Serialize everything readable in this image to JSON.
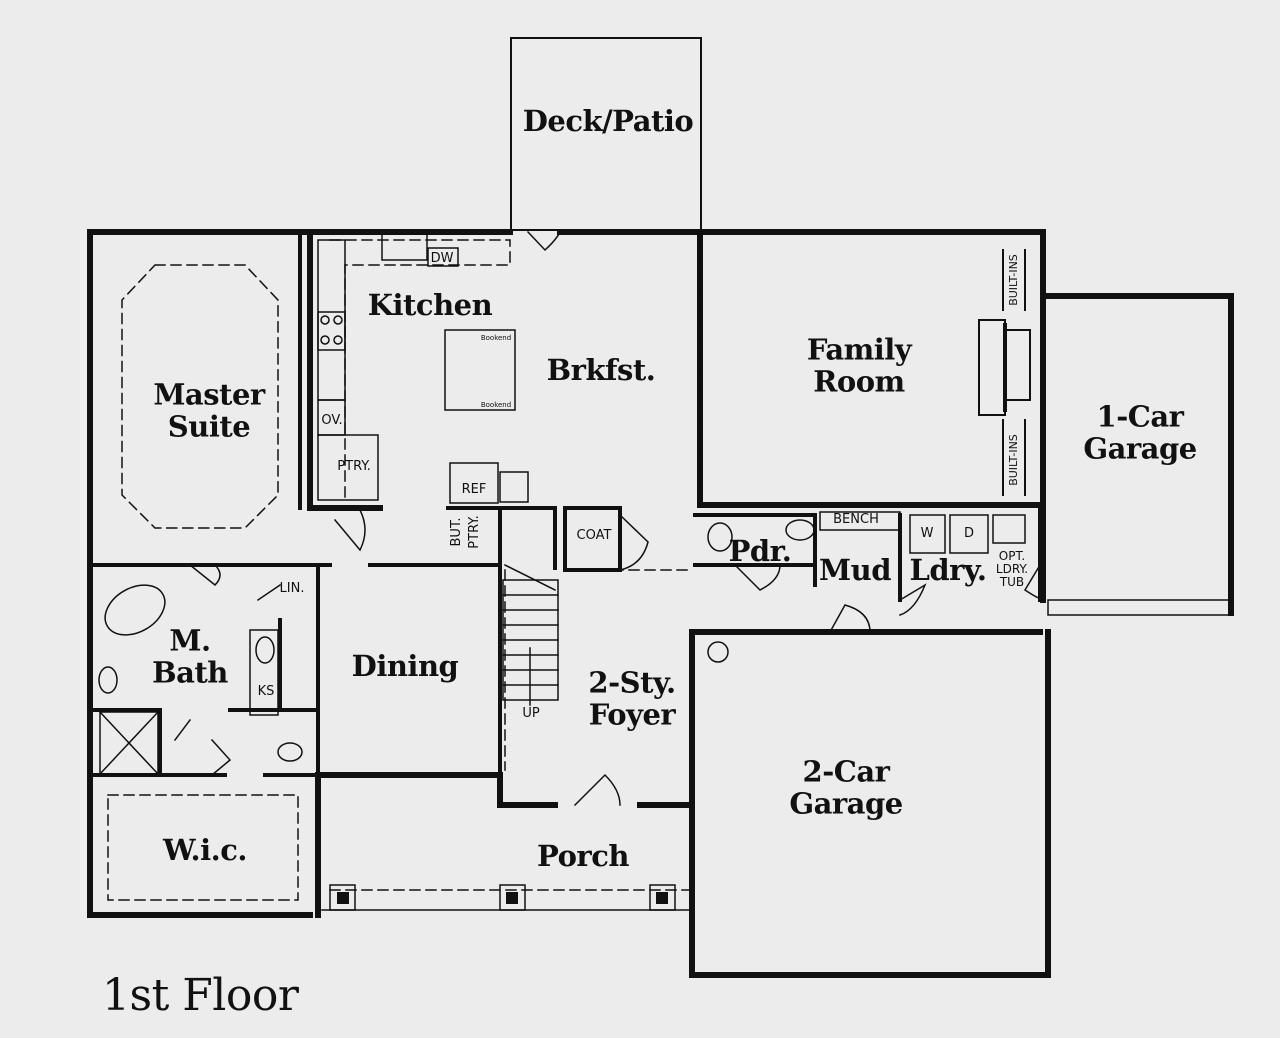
{
  "plan": {
    "title": "1st Floor",
    "colors": {
      "background": "#ececec",
      "walls": "#111111",
      "fixtures": "#222222"
    },
    "rooms": [
      {
        "id": "deck-patio",
        "label": "Deck/Patio"
      },
      {
        "id": "kitchen",
        "label": "Kitchen"
      },
      {
        "id": "brkfst",
        "label": "Brkfst."
      },
      {
        "id": "family-room",
        "label": "Family\nRoom"
      },
      {
        "id": "one-car-garage",
        "label": "1-Car\nGarage"
      },
      {
        "id": "master-suite",
        "label": "Master\nSuite"
      },
      {
        "id": "m-bath",
        "label": "M.\nBath"
      },
      {
        "id": "wic",
        "label": "W.i.c."
      },
      {
        "id": "dining",
        "label": "Dining"
      },
      {
        "id": "foyer",
        "label": "2-Sty.\nFoyer"
      },
      {
        "id": "porch",
        "label": "Porch"
      },
      {
        "id": "two-car-garage",
        "label": "2-Car\nGarage"
      },
      {
        "id": "pdr",
        "label": "Pdr."
      },
      {
        "id": "mud",
        "label": "Mud"
      },
      {
        "id": "ldry",
        "label": "Ldry."
      }
    ],
    "fixtures": {
      "dw": "DW",
      "ov": "OV.",
      "ptry": "PTRY.",
      "ref": "REF",
      "but": "BUT.",
      "but_ptry": "PTRY.",
      "coat": "COAT",
      "bench": "BENCH",
      "washer": "W",
      "dryer": "D",
      "opt_tub": "OPT.\nLDRY.\nTUB",
      "builtins_top": "BUILT-INS",
      "builtins_bottom": "BUILT-INS",
      "lin": "LIN.",
      "ks": "KS",
      "up": "UP",
      "bookend_top": "Bookend",
      "bookend_bottom": "Bookend"
    }
  }
}
